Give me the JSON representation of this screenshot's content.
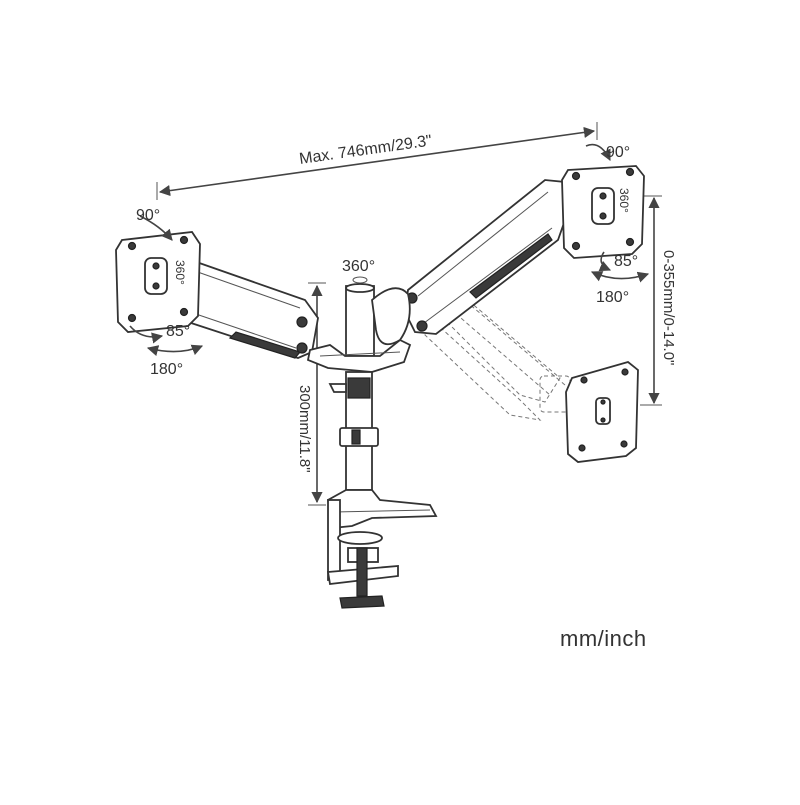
{
  "labels": {
    "max_reach": "Max. 746mm/29.3\"",
    "height_range": "0-355mm/0-14.0\"",
    "pole_height": "300mm/11.8\"",
    "pole_rotation": "360°",
    "left_tilt": "90°",
    "left_rotation": "360°",
    "left_swivel": "85°",
    "left_pan": "180°",
    "right_tilt": "90°",
    "right_rotation": "360°",
    "right_swivel": "85°",
    "right_pan": "180°",
    "units": "mm/inch"
  },
  "colors": {
    "line": "#444444",
    "text": "#333333",
    "background": "#ffffff"
  }
}
